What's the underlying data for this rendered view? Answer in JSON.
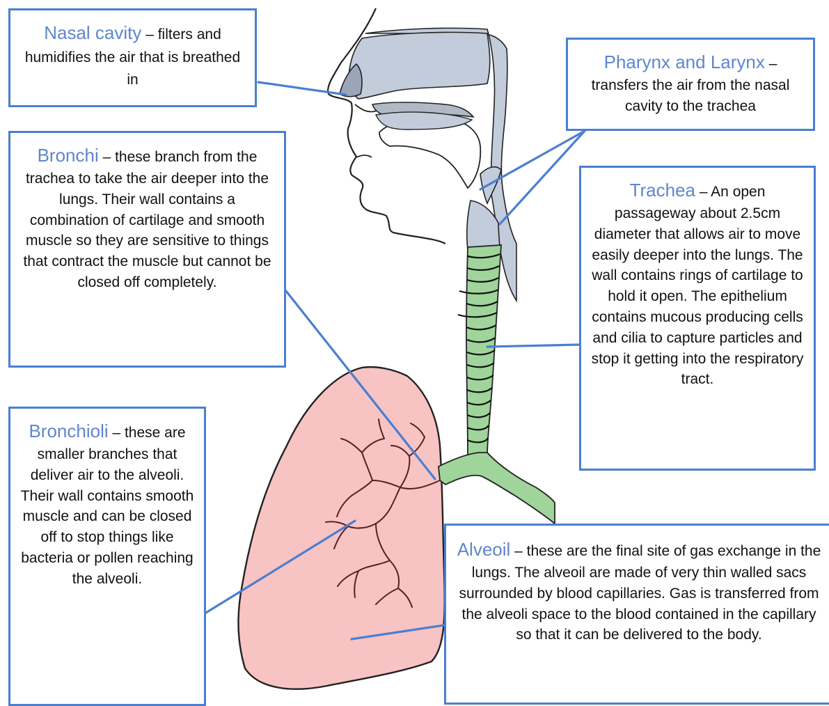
{
  "colors": {
    "box_border": "#4a7fd0",
    "term_text": "#5f86cf",
    "leader_line": "#4a7fd0",
    "airway_fill": "#c3ccdb",
    "nasal_shade": "#9aa6b8",
    "trachea_fill": "#9fd49a",
    "lung_fill": "#f7c3c3",
    "outline": "#222222",
    "bronchiole": "#5c1e1e"
  },
  "labels": {
    "nasal": {
      "term": "Nasal cavity",
      "desc": " – filters and humidifies the air that is breathed in"
    },
    "pharynx": {
      "term": "Pharynx and Larynx",
      "desc": " – transfers the air from the nasal cavity to the trachea"
    },
    "bronchi": {
      "term": "Bronchi",
      "desc": "  – these branch from the trachea to take the air deeper into the lungs. Their wall contains a combination of cartilage and smooth muscle so they are sensitive to things that contract the muscle but cannot be closed off completely."
    },
    "trachea": {
      "term": "Trachea",
      "desc": "  –  An open passageway about 2.5cm diameter that allows air to move easily deeper into the lungs. The wall contains rings of cartilage to hold  it open. The epithelium contains mucous producing cells and cilia  to capture particles  and stop it getting into the respiratory tract."
    },
    "bronchioli": {
      "term": "Bronchioli",
      "desc": "  – these are smaller branches that deliver air to the alveoli. Their wall contains smooth muscle and can be closed off to stop things like bacteria or pollen reaching the alveoli."
    },
    "alveoil": {
      "term": "Alveoil",
      "desc": " – these are the final site of gas exchange in the lungs. The alveoil are made of very thin walled sacs surrounded by blood capillaries.  Gas is transferred from the alveoli space to the blood contained in the capillary so that it can be delivered to the body."
    }
  }
}
